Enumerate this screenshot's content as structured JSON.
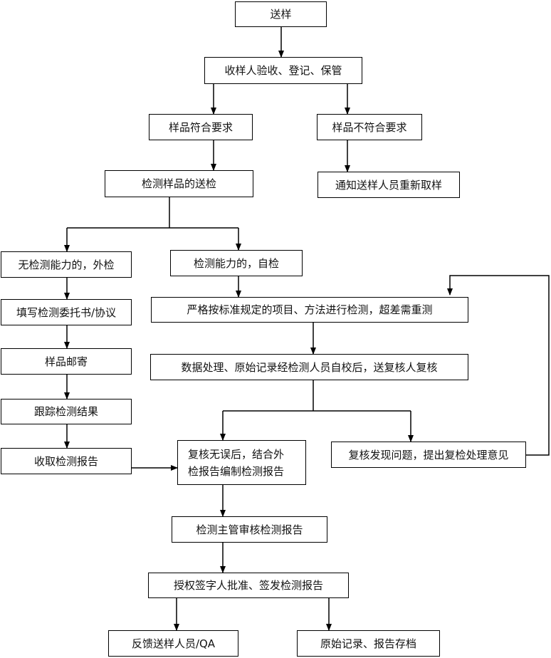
{
  "nodes": {
    "send_sample": "送样",
    "receive": "收样人验收、登记、保管",
    "sample_ok": "样品符合要求",
    "sample_not_ok": "样品不符合要求",
    "send_inspect": "检测样品的送检",
    "notify_resample": "通知送样人员重新取样",
    "outsource": "无检测能力的，外检",
    "self_inspect": "检测能力的，自检",
    "fill_contract": "填写检测委托书/协议",
    "strict_test": "严格按标准规定的项目、方法进行检测，超差需重测",
    "mail_sample": "样品邮寄",
    "data_process": "数据处理、原始记录经检测人员自校后，送复核人复核",
    "track_result": "跟踪检测结果",
    "collect_report": "收取检测报告",
    "review_ok_line1": "复核无误后，结合外",
    "review_ok_line2": "检报告编制检测报告",
    "review_issue": "复核发现问题，提出复检处理意见",
    "supervisor_review": "检测主管审核检测报告",
    "authorize_sign": "授权签字人批准、签发检测报告",
    "feedback": "反馈送样人员/QA",
    "archive": "原始记录、报告存档"
  },
  "colors": {
    "line": "#000000",
    "box_border": "#000000",
    "text": "#111111"
  }
}
